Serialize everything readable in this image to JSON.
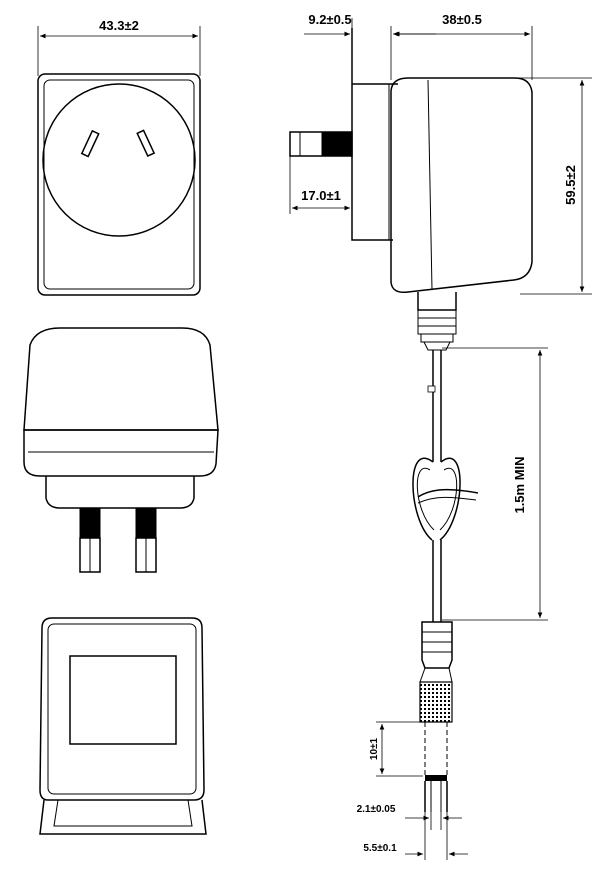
{
  "dimensions": {
    "width_front": "43.3±2",
    "face_thickness": "9.2±0.5",
    "depth": "38±0.5",
    "height": "59.5±2",
    "pin_length": "17.0±1",
    "cable_length": "1.5m MIN",
    "plug_length": "10±1",
    "plug_inner_diameter": "2.1±0.05",
    "plug_outer_diameter": "5.5±0.1"
  }
}
